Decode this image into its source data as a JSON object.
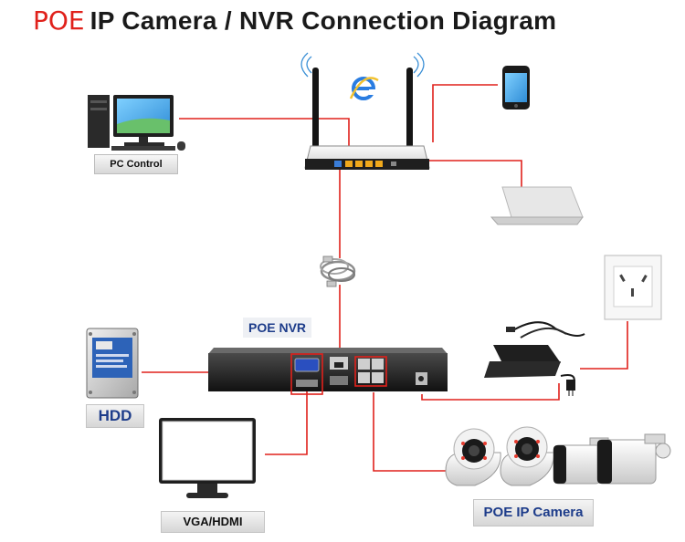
{
  "title": {
    "prefix": "POE",
    "main": "IP Camera / NVR Connection Diagram"
  },
  "labels": {
    "pc_control": "PC Control",
    "poe_nvr": "POE NVR",
    "hdd": "HDD",
    "vga_hdmi": "VGA/HDMI",
    "poe_ip_camera": "POE IP Camera"
  },
  "devices": [
    "router",
    "internet-explorer-icon",
    "smartphone",
    "pc",
    "laptop",
    "network-cable",
    "power-outlet",
    "power-adapter",
    "hdd",
    "nvr",
    "monitor",
    "dome-camera",
    "bullet-camera"
  ],
  "colors": {
    "connection_line": "#e0211b",
    "label_blue": "#1d3c8a",
    "title_red": "#e0211b"
  }
}
